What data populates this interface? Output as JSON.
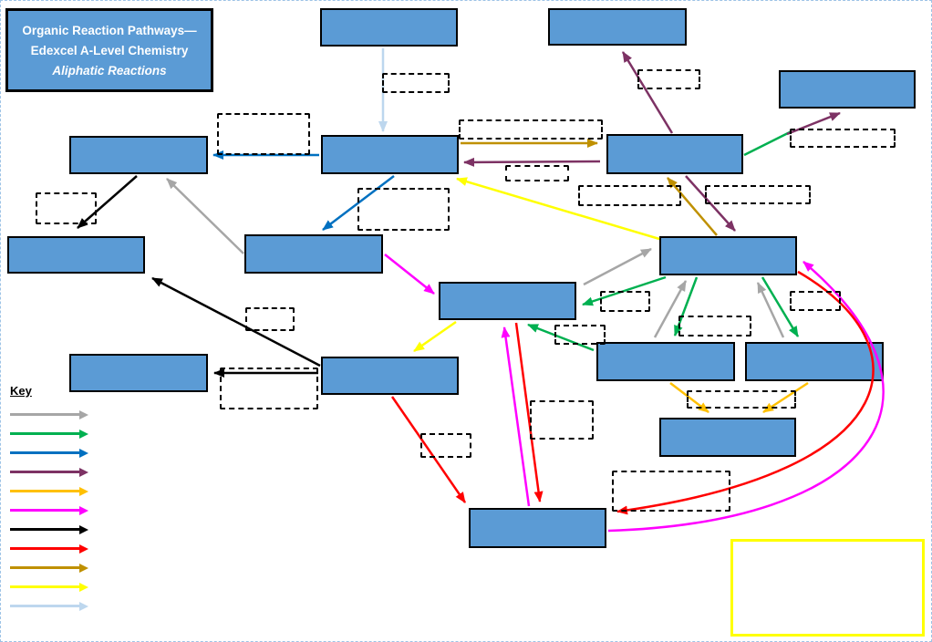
{
  "title": {
    "line1": "Organic Reaction Pathways—",
    "line2": "Edexcel A-Level Chemistry",
    "line3": "Aliphatic Reactions"
  },
  "key": {
    "label": "Key",
    "arrows": [
      {
        "name": "gray",
        "color": "#A6A6A6"
      },
      {
        "name": "green",
        "color": "#00B050"
      },
      {
        "name": "blue",
        "color": "#0070C0"
      },
      {
        "name": "purple",
        "color": "#7D3264"
      },
      {
        "name": "orange",
        "color": "#FFC000"
      },
      {
        "name": "magenta",
        "color": "#FF00FF"
      },
      {
        "name": "black",
        "color": "#000000"
      },
      {
        "name": "red",
        "color": "#FF0000"
      },
      {
        "name": "dark-gold",
        "color": "#BF9000"
      },
      {
        "name": "yellow",
        "color": "#FFFF00"
      },
      {
        "name": "light-blue",
        "color": "#BDD7EE"
      }
    ]
  },
  "colors": {
    "compound_box_fill": "#5B9BD5",
    "box_border": "#000000",
    "page_border": "#9DC3E6",
    "notes_box_border": "#FFFF00"
  }
}
